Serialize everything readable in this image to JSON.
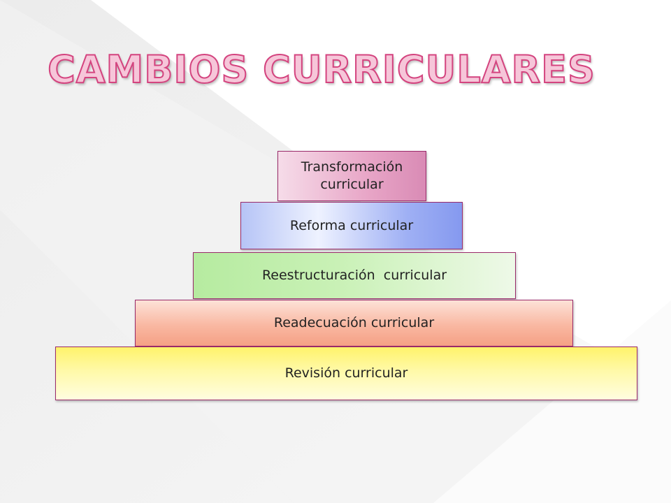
{
  "title": "CAMBIOS CURRICULARES",
  "levels": [
    {
      "label": "Transformación curricular"
    },
    {
      "label": "Reforma curricular"
    },
    {
      "label": "Reestructuración  curricular"
    },
    {
      "label": "Readecuación curricular"
    },
    {
      "label": "Revisión curricular"
    }
  ],
  "colors": {
    "title_fill": "#f6c6d9",
    "title_stroke": "#d4447f",
    "transformacion": "#e8a6c7",
    "reforma": "#9fb0f4",
    "reestructuracion": "#c9f1b6",
    "readecuacion": "#f9b8a2",
    "revision": "#fff36b"
  }
}
